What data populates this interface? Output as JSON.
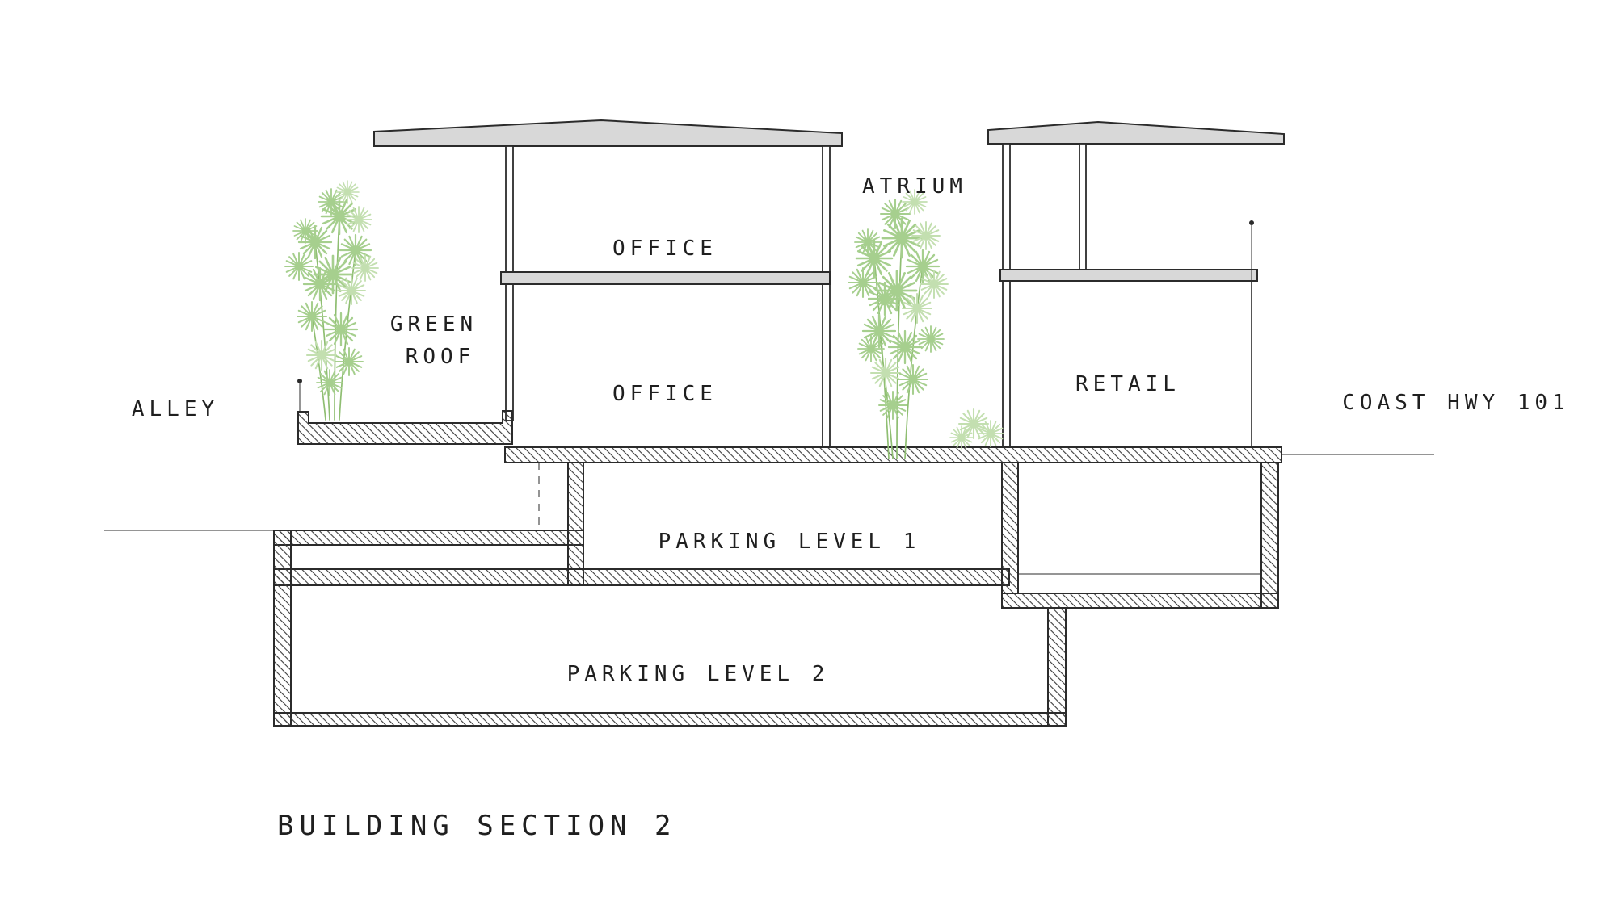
{
  "drawing": {
    "title": "BUILDING SECTION 2",
    "labels": {
      "alley": "ALLEY",
      "green_roof_line1": "GREEN",
      "green_roof_line2": "ROOF",
      "office_upper": "OFFICE",
      "office_lower": "OFFICE",
      "atrium": "ATRIUM",
      "retail": "RETAIL",
      "coast_highway": "COAST HWY 101",
      "parking_level_1": "PARKING LEVEL 1",
      "parking_level_2": "PARKING LEVEL 2"
    },
    "colors": {
      "line": "#2b2b2b",
      "slab_fill": "#d8d8d8",
      "hatch": "#3c3c3c",
      "text": "#1f1f1f",
      "foliage": "#a6cf8e",
      "foliage_light": "#c3dfb0",
      "stem": "#8fbe72",
      "background": "#ffffff"
    }
  }
}
